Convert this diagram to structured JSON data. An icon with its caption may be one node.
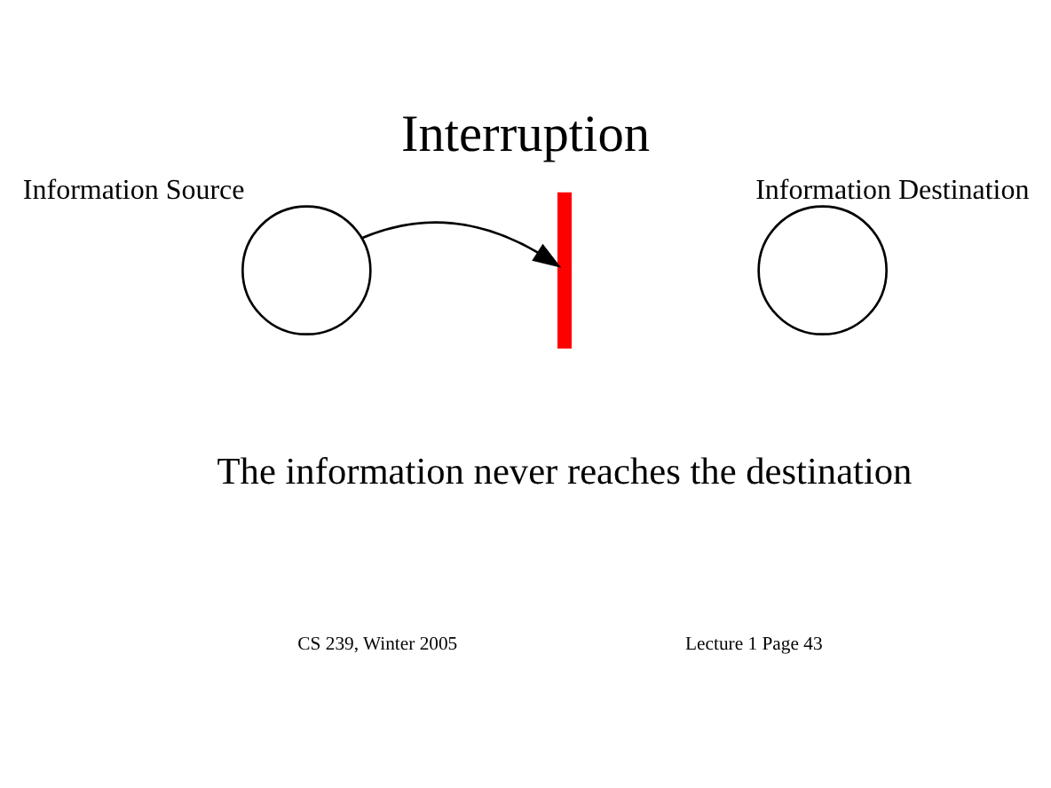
{
  "diagram": {
    "title": "Interruption",
    "nodes": [
      {
        "text": [],
        "shape": "circle",
        "beside": [
          "Information Source"
        ]
      },
      {
        "text": [],
        "shape": "bar"
      },
      {
        "text": [],
        "shape": "circle",
        "beside": [
          "Information Destination"
        ]
      }
    ],
    "edges": [
      {
        "from": 0,
        "to": 1,
        "arrow": "to"
      }
    ],
    "labels": [
      "The information never reaches the destination",
      "CS 239, Winter 2005",
      "Lecture 1 Page 43"
    ]
  }
}
